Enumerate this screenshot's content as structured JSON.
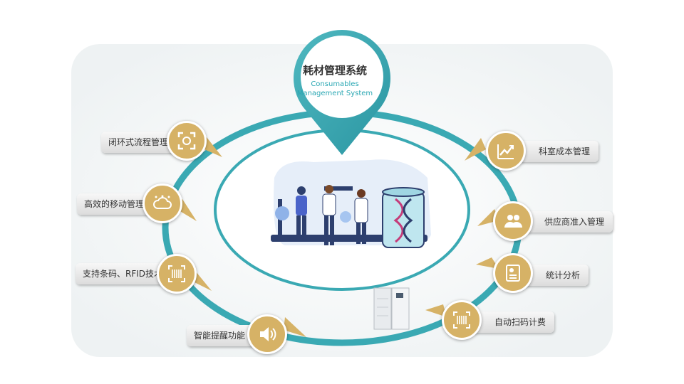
{
  "center": {
    "title": "耗材管理系统",
    "subtitle_line1": "Consumables",
    "subtitle_line2": "Management System"
  },
  "features_left": [
    {
      "label": "闭环式流程管理",
      "icon": "target-scan-icon"
    },
    {
      "label": "高效的移动管理",
      "icon": "cloud-icon"
    },
    {
      "label": "支持条码、RFID技术",
      "icon": "barcode-icon"
    },
    {
      "label": "智能提醒功能",
      "icon": "speaker-icon"
    }
  ],
  "features_right": [
    {
      "label": "科室成本管理",
      "icon": "trend-chart-icon"
    },
    {
      "label": "供应商准入管理",
      "icon": "people-icon"
    },
    {
      "label": "统计分析",
      "icon": "report-icon"
    },
    {
      "label": "自动扫码计费",
      "icon": "barcode-scan-icon"
    }
  ],
  "colors": {
    "ring": "#3aa9b3",
    "badge": "#d6b266",
    "text": "#333333"
  }
}
